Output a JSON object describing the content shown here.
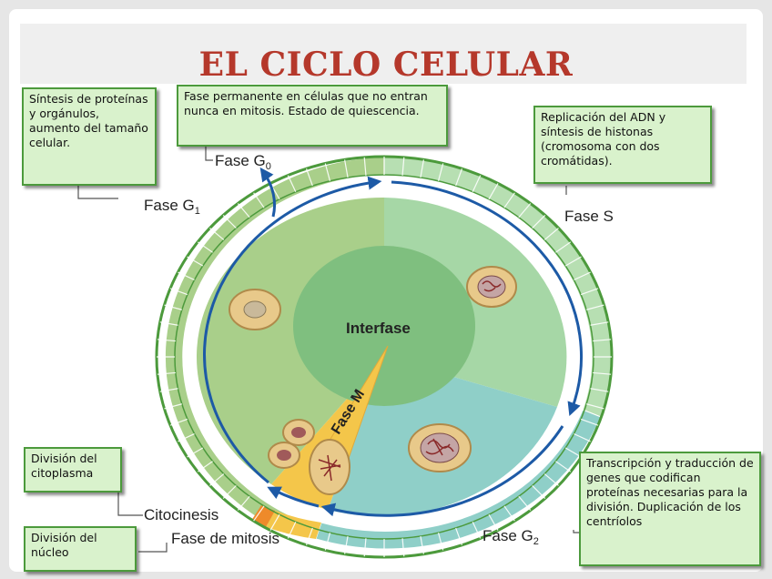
{
  "title": "EL CICLO CELULAR",
  "notes": {
    "g1": "Síntesis de proteínas y orgánulos, aumento del tamaño celular.",
    "g0": "Fase permanente en células que no entran nunca en mitosis. Estado de quiescencia.",
    "s": "Replicación del ADN y síntesis de histonas (cromosoma con dos cromátidas).",
    "g2": "Transcripción y traducción de genes que codifican proteínas necesarias para la división. Duplicación de los centríolos",
    "citoplasma": "División del citoplasma",
    "nucleo": "División del núcleo"
  },
  "labels": {
    "g0": "Fase G",
    "g0_sub": "0",
    "g1": "Fase G",
    "g1_sub": "1",
    "s": "Fase S",
    "g2": "Fase G",
    "g2_sub": "2",
    "interfase": "Interfase",
    "fase_m": "Fase M",
    "citocinesis": "Citocinesis",
    "mitosis": "Fase de mitosis"
  },
  "colors": {
    "title": "#b5382b",
    "g1": "#a9cf8a",
    "s": "#a6d7a6",
    "g2": "#8fcfc8",
    "interfase": "#7fbf7f",
    "arrow": "#1d5aa6",
    "mitosis": "#f4c64a",
    "citocinesis": "#ee8a2a"
  }
}
